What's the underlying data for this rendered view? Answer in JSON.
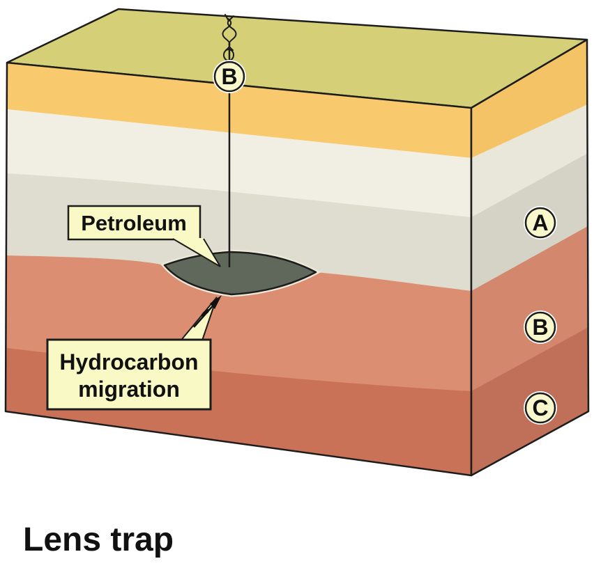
{
  "title": "Lens trap",
  "callouts": {
    "petroleum": "Petroleum",
    "migration_line1": "Hydrocarbon",
    "migration_line2": "migration"
  },
  "markers": {
    "well": "B",
    "layer_a": "A",
    "layer_b": "B",
    "layer_c": "C"
  },
  "colors": {
    "background": "#ffffff",
    "outline": "#1c1c1c",
    "top_face": "#d5d077",
    "front_orange": "#f8c96d",
    "front_cream": "#f1efe4",
    "front_gray": "#dfddd0",
    "front_salmon": "#dc8e73",
    "front_dark_salmon": "#c97257",
    "side_orange": "#f3c366",
    "side_cream": "#e9e7da",
    "side_gray": "#d5d3c6",
    "side_salmon": "#d3876d",
    "side_dark_salmon": "#c06f58",
    "lens": "#60675b",
    "lens_halo": "#ece9d9",
    "label_fill": "#f9f9c5",
    "circle_fill": "#f8f8cc"
  }
}
